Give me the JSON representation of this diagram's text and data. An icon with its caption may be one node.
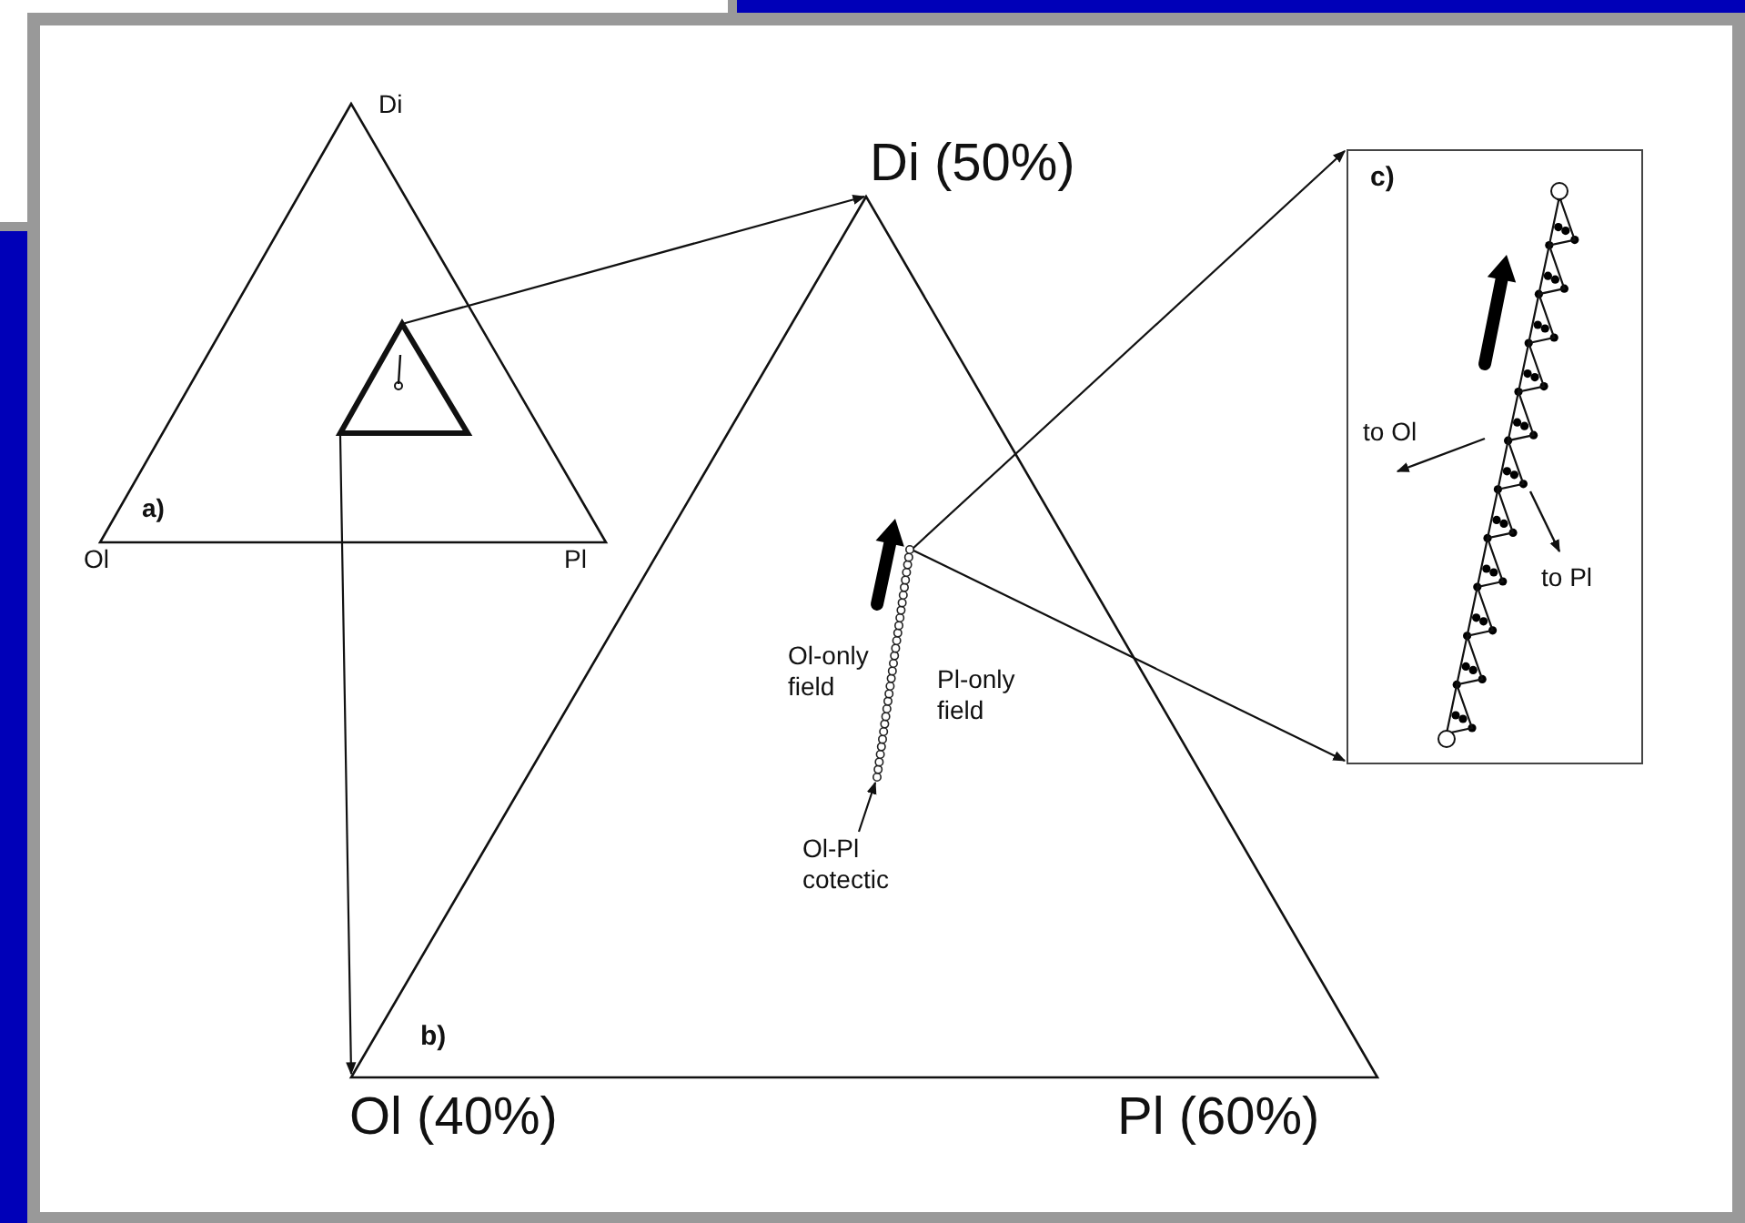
{
  "diagram": {
    "nodes": [
      {
        "text": [
          "a)"
        ],
        "beside": [
          "Di",
          "Ol",
          "Pl"
        ]
      },
      {
        "text": [],
        "shape": "triangle",
        "in": 0
      },
      {
        "text": [
          "b)"
        ],
        "beside": [
          "Di (50%)",
          "Ol (40%)",
          "Pl (60%)"
        ]
      },
      {
        "text": [],
        "shape": "bar",
        "in": 2,
        "beside": [
          "Ol-only field",
          "Pl-only field"
        ]
      },
      {
        "text": [
          "Ol-Pl cotectic"
        ],
        "in": 2
      },
      {
        "text": [
          "c)",
          "to Ol",
          "to Pl"
        ]
      }
    ],
    "edges": [
      {
        "from": 1,
        "to": 2,
        "arrow": "to"
      },
      {
        "from": 1,
        "to": 2,
        "arrow": "to"
      },
      {
        "from": 3,
        "to": 5,
        "arrow": "to"
      },
      {
        "from": 3,
        "to": 5,
        "arrow": "to"
      },
      {
        "from": 4,
        "to": 3,
        "arrow": "to"
      }
    ]
  }
}
